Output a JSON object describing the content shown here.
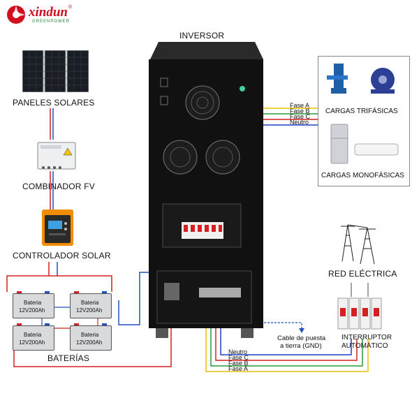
{
  "logo": {
    "brand": "xindun",
    "tagline": "GREENPOWER",
    "mark": "registered"
  },
  "labels": {
    "inverter": "INVERSOR",
    "solar_panels": "PANELES SOLARES",
    "combiner": "COMBINADOR FV",
    "controller": "CONTROLADOR SOLAR",
    "batteries": "BATERÍAS",
    "three_phase_loads": "CARGAS TRIFÁSICAS",
    "single_phase_loads": "CARGAS MONOFÁSICAS",
    "grid": "RED ELÉCTRICA",
    "breaker_line1": "INTERRUPTOR",
    "breaker_line2": "AUTOMÁTICO",
    "ground_line1": "Cable de puesta",
    "ground_line2": "a tierra (GND)"
  },
  "output_wires": [
    "Fase A",
    "Fase B",
    "Fase C",
    "Neutro"
  ],
  "grid_wires": [
    "Neutro",
    "Fase C",
    "Fase B",
    "Fase A"
  ],
  "batteries": [
    {
      "name": "Bateria",
      "spec": "12V200Ah"
    },
    {
      "name": "Bateria",
      "spec": "12V200Ah"
    },
    {
      "name": "Bateria",
      "spec": "12V200Ah"
    },
    {
      "name": "Bateria",
      "spec": "12V200Ah"
    }
  ],
  "colors": {
    "fase_a": "#e8c000",
    "fase_b": "#2d9a3a",
    "fase_c": "#d42020",
    "neutro": "#2040c8",
    "dc_red": "#d42020",
    "dc_blue": "#2050c0",
    "cabinet": "#111111",
    "logo_red": "#d10f1f",
    "logo_green": "#1a8a3a"
  }
}
